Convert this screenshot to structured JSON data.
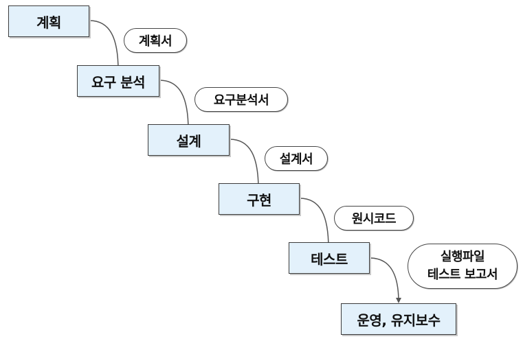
{
  "stages": [
    {
      "label": "계획"
    },
    {
      "label": "요구 분석"
    },
    {
      "label": "설계"
    },
    {
      "label": "구현"
    },
    {
      "label": "테스트"
    },
    {
      "label": "운영, 유지보수"
    }
  ],
  "deliverables": [
    {
      "lines": [
        "계획서"
      ]
    },
    {
      "lines": [
        "요구분석서"
      ]
    },
    {
      "lines": [
        "설계서"
      ]
    },
    {
      "lines": [
        "원시코드"
      ]
    },
    {
      "lines": [
        "실행파일",
        "테스트 보고서"
      ]
    }
  ],
  "colors": {
    "stage_fill": "#e3f1fb",
    "stage_border": "#3a3a3a",
    "arrow": "#555555"
  }
}
